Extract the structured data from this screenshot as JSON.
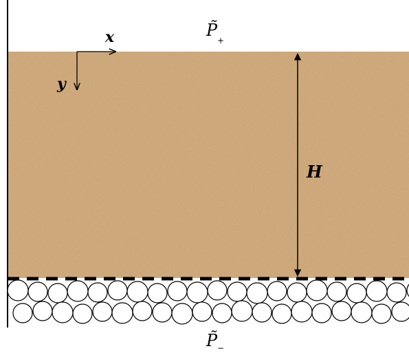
{
  "labels": {
    "x_axis": "x",
    "y_axis": "y",
    "thickness": "H",
    "pressure_top_symbol": "P̃",
    "pressure_top_sub": "+",
    "pressure_bottom_symbol": "P̃",
    "pressure_bottom_sub": "−"
  },
  "colors": {
    "soil_base": "#c8a070",
    "soil_light": "#d6b184",
    "soil_dark": "#b58a5c",
    "line": "#000000",
    "pebble_fill": "#ffffff"
  },
  "icons": {
    "axes": "arrow-icon",
    "dimension": "double-arrow-icon"
  }
}
